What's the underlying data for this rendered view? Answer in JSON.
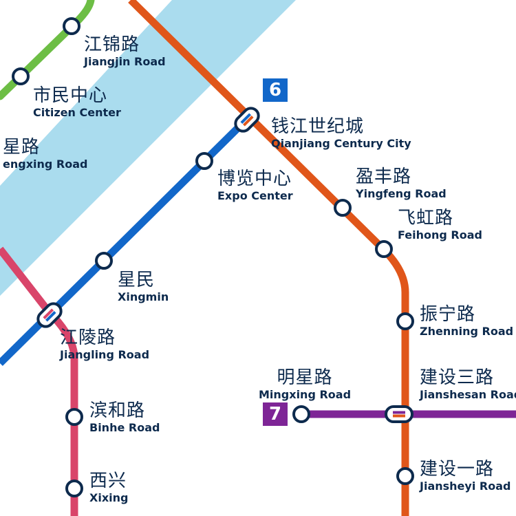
{
  "colors": {
    "river": "#aadcee",
    "line_green": "#6dbe45",
    "line_orange": "#e0561a",
    "line_blue": "#1267c9",
    "line_red": "#d9456a",
    "line_purple": "#7e2596",
    "station_stroke": "#0d2a4d",
    "text": "#0d2a4d"
  },
  "lines": [
    {
      "id": "line-6",
      "number": "6",
      "color": "#1267c9"
    },
    {
      "id": "line-7",
      "number": "7",
      "color": "#7e2596"
    }
  ],
  "stations": [
    {
      "zh": "江锦路",
      "en": "Jiangjin Road"
    },
    {
      "zh": "市民中心",
      "en": "Citizen Center"
    },
    {
      "zh": "星路",
      "en": "engxing Road"
    },
    {
      "zh": "钱江世纪城",
      "en": "Qianjiang Century City"
    },
    {
      "zh": "博览中心",
      "en": "Expo Center"
    },
    {
      "zh": "盈丰路",
      "en": "Yingfeng Road"
    },
    {
      "zh": "飞虹路",
      "en": "Feihong Road"
    },
    {
      "zh": "星民",
      "en": "Xingmin"
    },
    {
      "zh": "江陵路",
      "en": "Jiangling Road"
    },
    {
      "zh": "振宁路",
      "en": "Zhenning Road"
    },
    {
      "zh": "明星路",
      "en": "Mingxing Road"
    },
    {
      "zh": "建设三路",
      "en": "Jianshesan Road"
    },
    {
      "zh": "滨和路",
      "en": "Binhe Road"
    },
    {
      "zh": "西兴",
      "en": "Xixing"
    },
    {
      "zh": "建设一路",
      "en": "Jiansheyi Road"
    }
  ]
}
